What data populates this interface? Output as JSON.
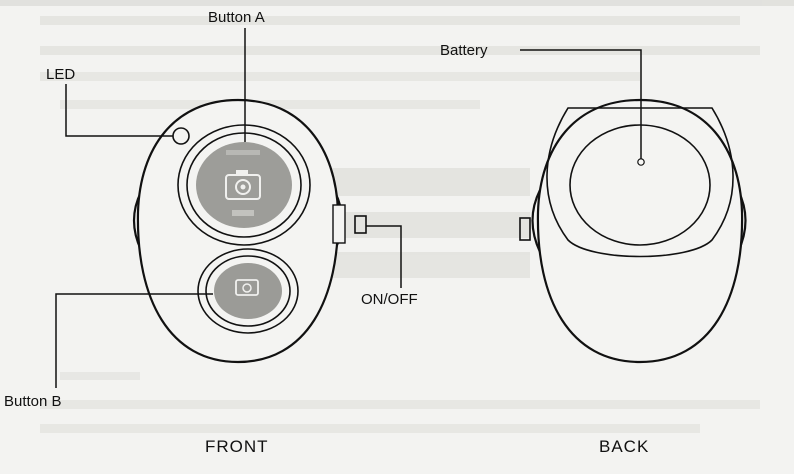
{
  "labels": {
    "button_a": "Button A",
    "button_b": "Button B",
    "led": "LED",
    "on_off": "ON/OFF",
    "battery": "Battery"
  },
  "captions": {
    "front": "FRONT",
    "back": "BACK"
  },
  "colors": {
    "ink": "#111111",
    "paper": "#f3f3f1",
    "button_face": "#8e8e8a"
  }
}
